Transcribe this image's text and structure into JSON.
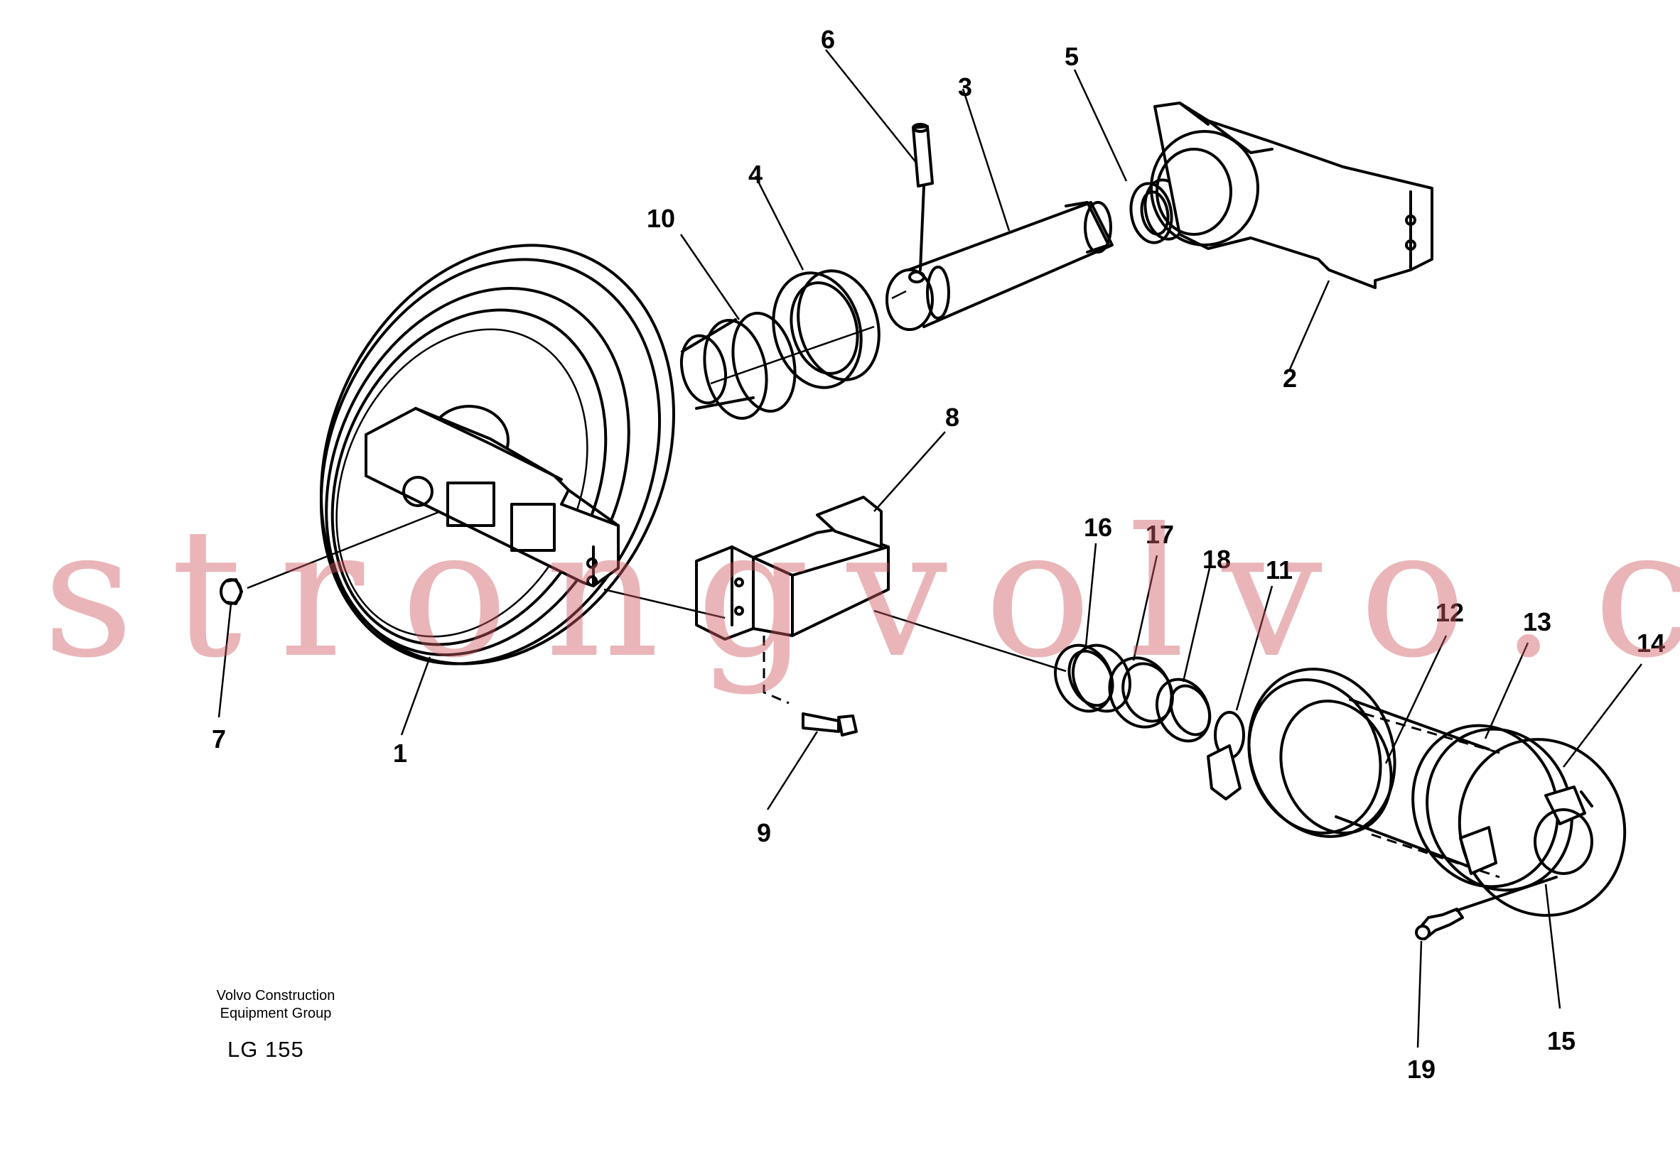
{
  "labels": {
    "p1": "1",
    "p2": "2",
    "p3": "3",
    "p4": "4",
    "p5": "5",
    "p6": "6",
    "p7": "7",
    "p8": "8",
    "p9": "9",
    "p10": "10",
    "p11": "11",
    "p12": "12",
    "p13": "13",
    "p14": "14",
    "p15": "15",
    "p16": "16",
    "p17": "17",
    "p18": "18",
    "p19": "19"
  },
  "footer": {
    "company_line1": "Volvo Construction",
    "company_line2": "Equipment Group",
    "code": "LG 155"
  },
  "watermark": "strongvolvo.com"
}
